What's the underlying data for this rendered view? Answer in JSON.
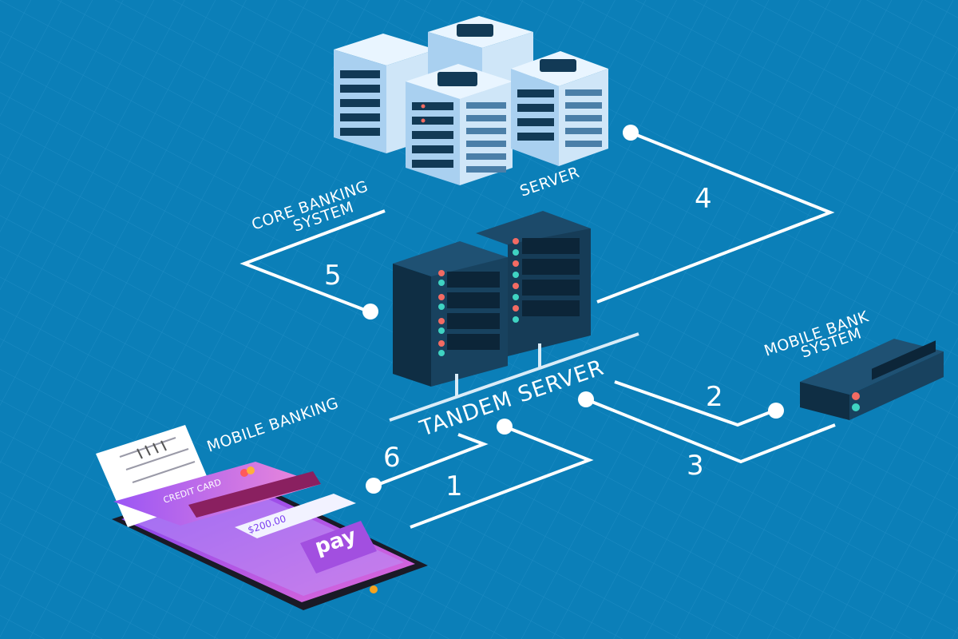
{
  "labels": {
    "core_banking": [
      "CORE BANKING",
      "SYSTEM"
    ],
    "server": "SERVER",
    "tandem_server": "TANDEM SERVER",
    "mobile_bank_system": [
      "MOBILE BANK",
      "SYSTEM"
    ],
    "mobile_banking": "MOBILE BANKING"
  },
  "steps": [
    "1",
    "2",
    "3",
    "4",
    "5",
    "6"
  ],
  "phone": {
    "card_title": "CREDIT CARD",
    "amount": "$200.00",
    "pay_button": "pay"
  },
  "colors": {
    "background": "#0b7fb8",
    "server_light": "#cfe6f8",
    "server_dark": "#123a56",
    "phone_gradient_start": "#7b3ff0",
    "phone_gradient_end": "#e26ad9",
    "led_red": "#f26b63",
    "led_green": "#3fd3c2"
  }
}
